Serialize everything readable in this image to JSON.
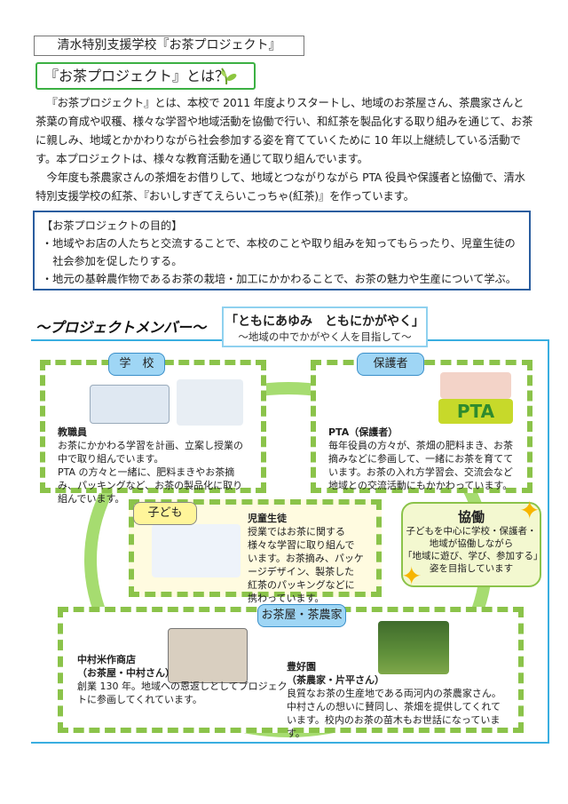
{
  "title": "清水特別支援学校『お茶プロジェクト』",
  "heading": "『お茶プロジェクト』とは？",
  "intro": [
    "『お茶プロジェクト』とは、本校で 2011 年度よりスタートし、地域のお茶屋さん、茶農家さんと茶葉の育成や収穫、様々な学習や地域活動を協働で行い、和紅茶を製品化する取り組みを通じて、お茶に親しみ、地域とかかわりながら社会参加する姿を育てていくために 10 年以上継続している活動です。本プロジェクトは、様々な教育活動を通じて取り組んでいます。",
    "今年度も茶農家さんの茶畑をお借りして、地域とつながりながら PTA 役員や保護者と協働で、清水特別支援学校の紅茶、『おいしすぎてえらいこっちゃ(紅茶)』を作っています。"
  ],
  "purpose": {
    "title": "【お茶プロジェクトの目的】",
    "items": [
      "・地域やお店の人たちと交流することで、本校のことや取り組みを知ってもらったり、児童生徒の社会参加を促したりする。",
      "・地元の基幹農作物であるお茶の栽培・加工にかかわることで、お茶の魅力や生産について学ぶ。"
    ]
  },
  "members_heading": "～プロジェクトメンバー～",
  "motto": {
    "main": "「ともにあゆみ　ともにかがやく」",
    "sub": "～地域の中でかがやく人を目指して～"
  },
  "school": {
    "tag": "学　校",
    "name": "教職員",
    "text": "お茶にかかわる学習を計画、立案し授業の中で取り組んでいます。",
    "text2": "PTA の方々と一緒に、肥料まきやお茶摘み、パッキングなど、お茶の製品化に取り組んでいます。"
  },
  "parents": {
    "tag": "保護者",
    "sign": "PTA",
    "name": "PTA（保護者）",
    "text": "毎年役員の方々が、茶畑の肥料まき、お茶摘みなどに参画して、一緒にお茶を育てています。お茶の入れ方学習会、交流会など地域との交流活動にもかかわっています。"
  },
  "kids": {
    "tag": "子ども",
    "name": "児童生徒",
    "text": "授業ではお茶に関する様々な学習に取り組んでいます。お茶摘み、パッケージデザイン、製茶した紅茶のパッキングなどに携わっています。"
  },
  "kyodo": {
    "title": "協働",
    "lines": [
      "子どもを中心に学校・保護者・",
      "地域が協働しながら",
      "「地域に遊び、学び、参加する」",
      "姿を目指しています"
    ]
  },
  "shop": {
    "tag": "お茶屋・茶農家",
    "a": {
      "name": "中村米作商店",
      "role": "（お茶屋・中村さん）",
      "text": "創業 130 年。地域への恩返しとしてプロジェクトに参画してくれています。"
    },
    "b": {
      "name": "豊好園",
      "role": "（茶農家・片平さん）",
      "text": "良質なお茶の生産地である両河内の茶農家さん。中村さんの想いに賛同し、茶畑を提供してくれています。校内のお茶の苗木もお世話になっています。"
    }
  }
}
